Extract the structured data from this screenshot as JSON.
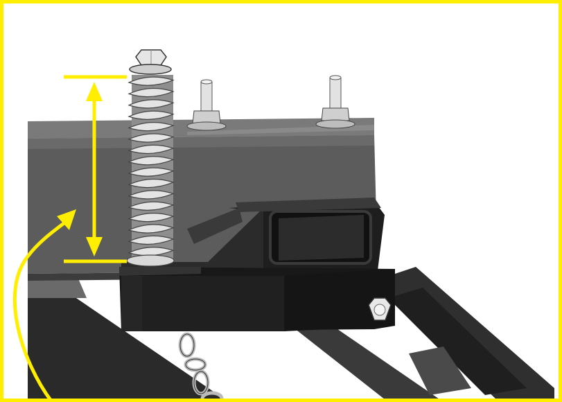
{
  "figure": {
    "frame_color": "#FFEE00",
    "annotation_color": "#FFEE00",
    "parts": [
      "hitch-frame-bar",
      "spring",
      "hex-bolt",
      "receiver-bracket",
      "tow-chain",
      "bracket-bolt",
      "tongue-arms"
    ],
    "colors": {
      "frame_dark": "#3b3b3b",
      "frame_mid": "#5f5f5f",
      "frame_light": "#767676",
      "bracket": "#1c1c1c",
      "spring": "#e4e4e4",
      "metal": "#d8d8d8"
    }
  }
}
